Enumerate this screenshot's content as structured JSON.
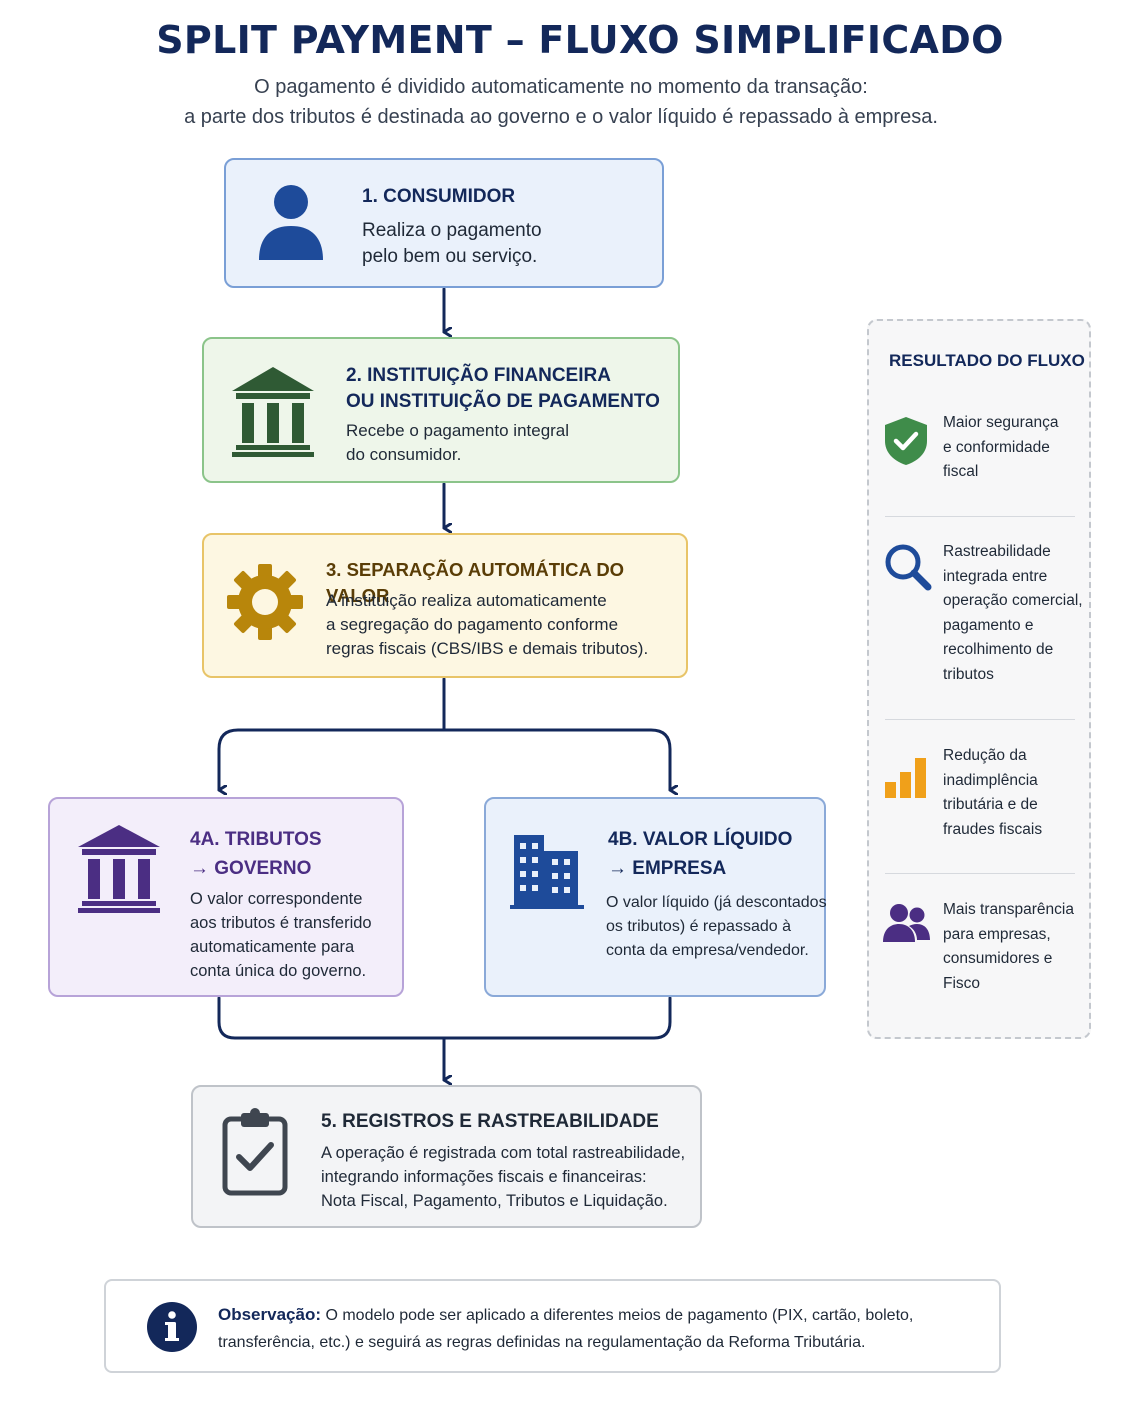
{
  "header": {
    "title": "SPLIT PAYMENT – FLUXO SIMPLIFICADO",
    "subtitle_line1": "O pagamento é dividido automaticamente no momento da transação:",
    "subtitle_line2": "a parte dos tributos é destinada ao governo e o valor líquido é repassado à empresa."
  },
  "steps": {
    "consumidor": {
      "icon": "person-icon",
      "title": "1. CONSUMIDOR",
      "desc": [
        "Realiza o pagamento",
        "pelo bem ou serviço."
      ]
    },
    "instituicao": {
      "icon": "bank-icon",
      "title": [
        "2. INSTITUIÇÃO FINANCEIRA",
        "OU INSTITUIÇÃO DE PAGAMENTO"
      ],
      "desc": [
        "Recebe o pagamento integral",
        "do consumidor."
      ]
    },
    "separacao": {
      "icon": "gear-icon",
      "title": "3. SEPARAÇÃO AUTOMÁTICA DO VALOR",
      "desc": [
        "A instituição realiza automaticamente",
        "a segregação do pagamento conforme",
        "regras fiscais (CBS/IBS e demais tributos)."
      ]
    },
    "tributos": {
      "icon": "government-icon",
      "title": [
        "4A. TRIBUTOS",
        "→ GOVERNO"
      ],
      "desc": [
        "O valor correspondente",
        "aos tributos é transferido",
        "automaticamente para",
        "conta única do governo."
      ]
    },
    "valor_liquido": {
      "icon": "building-icon",
      "title": [
        "4B. VALOR LÍQUIDO",
        "→ EMPRESA"
      ],
      "desc": [
        "O valor líquido (já descontados",
        "os tributos) é repassado à",
        "conta da empresa/vendedor."
      ]
    },
    "registros": {
      "icon": "clipboard-check-icon",
      "title": "5. REGISTROS E RASTREABILIDADE",
      "desc": [
        "A operação é registrada com total rastreabilidade,",
        "integrando informações fiscais e financeiras:",
        "Nota Fiscal, Pagamento, Tributos e Liquidação."
      ]
    }
  },
  "result_panel": {
    "title": "RESULTADO DO FLUXO",
    "items": [
      {
        "icon": "shield-check-icon",
        "lines": [
          "Maior segurança",
          "e conformidade",
          "fiscal"
        ]
      },
      {
        "icon": "magnifier-icon",
        "lines": [
          "Rastreabilidade",
          "integrada entre",
          "operação comercial,",
          "pagamento e",
          "recolhimento de",
          "tributos"
        ]
      },
      {
        "icon": "bar-chart-icon",
        "lines": [
          "Redução da",
          "inadimplência",
          "tributária e de",
          "fraudes fiscais"
        ]
      },
      {
        "icon": "people-icon",
        "lines": [
          "Mais transparência",
          "para empresas,",
          "consumidores e",
          "Fisco"
        ]
      }
    ]
  },
  "note": {
    "icon": "info-icon",
    "label": "Observação:",
    "line1": " O modelo pode ser aplicado  a diferentes meios de pagamento (PIX, cartão, boleto,",
    "line2": "transferência, etc.) e seguirá as regras definidas na regulamentação da Reforma Tributária."
  },
  "colors": {
    "navy": "#13285a",
    "blue_icon": "#1e4b9a",
    "green_icon": "#2f5a34",
    "gold_icon": "#b8860b",
    "purple": "#4b2e83",
    "shield_green": "#3f8c4a",
    "bar_orange": "#f0a01a"
  }
}
